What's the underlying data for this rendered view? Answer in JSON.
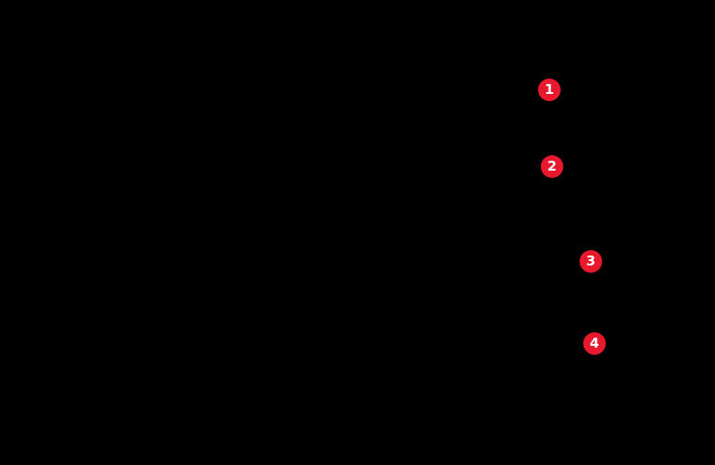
{
  "canvas": {
    "background_color": "#000000"
  },
  "annotations": {
    "badge_color": "#e8192c",
    "badge_text_color": "#ffffff",
    "markers": [
      {
        "label": "1"
      },
      {
        "label": "2"
      },
      {
        "label": "3"
      },
      {
        "label": "4"
      }
    ]
  }
}
